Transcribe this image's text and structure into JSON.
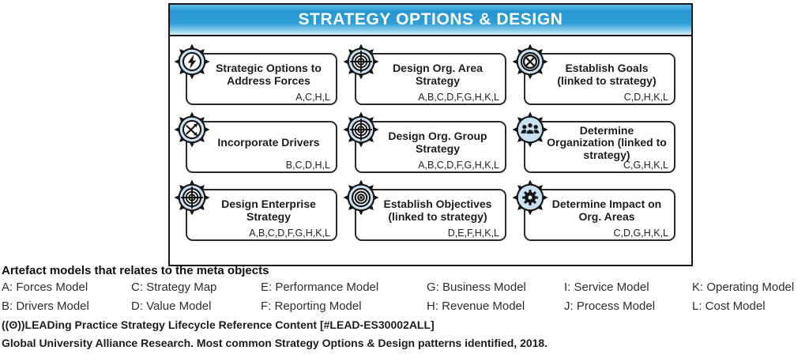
{
  "diagram": {
    "title": "STRATEGY OPTIONS & DESIGN",
    "accent_color": "#2d9ed6",
    "icon_fill_color": "#c8e1f2",
    "cells": [
      {
        "title": "Strategic Options to Address Forces",
        "codes": "A,C,H,L",
        "icon": "lightning-gear"
      },
      {
        "title": "Design Org. Area Strategy",
        "codes": "A,B,C,D,F,G,H,K,L",
        "icon": "target-gear"
      },
      {
        "title": "Establish Goals (linked to strategy)",
        "codes": "C,D,H,K,L",
        "icon": "circle-x-gear"
      },
      {
        "title": "Incorporate Drivers",
        "codes": "B,C,D,H,L",
        "icon": "shuffle-gear"
      },
      {
        "title": "Design Org. Group Strategy",
        "codes": "A,B,C,D,F,G,H,K,L",
        "icon": "target-gear"
      },
      {
        "title": "Determine Organization (linked to strategy)",
        "codes": "C,G,H,K,L",
        "icon": "team-gear"
      },
      {
        "title": "Design Enterprise Strategy",
        "codes": "A,B,C,D,F,G,H,K,L",
        "icon": "target-gear"
      },
      {
        "title": "Establish Objectives (linked to strategy)",
        "codes": "D,E,F,H,K,L",
        "icon": "bullseye-gear"
      },
      {
        "title": "Determine Impact on Org. Areas",
        "codes": "C,D,G,H,K,L",
        "icon": "solid-gear"
      }
    ]
  },
  "legend": {
    "title": "Artefact models that relates to the meta objects",
    "items": [
      "A: Forces Model",
      "B: Drivers Model",
      "C: Strategy Map",
      "D: Value Model",
      "E: Performance Model",
      "F: Reporting Model",
      "G: Business Model",
      "H: Revenue Model",
      "I: Service Model",
      "J: Process Model",
      "K: Operating Model",
      "L: Cost Model"
    ]
  },
  "footer": {
    "line1": "((ʘ))LEADing Practice Strategy Lifecycle Reference Content [#LEAD-ES30002ALL]",
    "line2": "Global University Alliance Research. Most common Strategy Options & Design patterns identified, 2018."
  }
}
